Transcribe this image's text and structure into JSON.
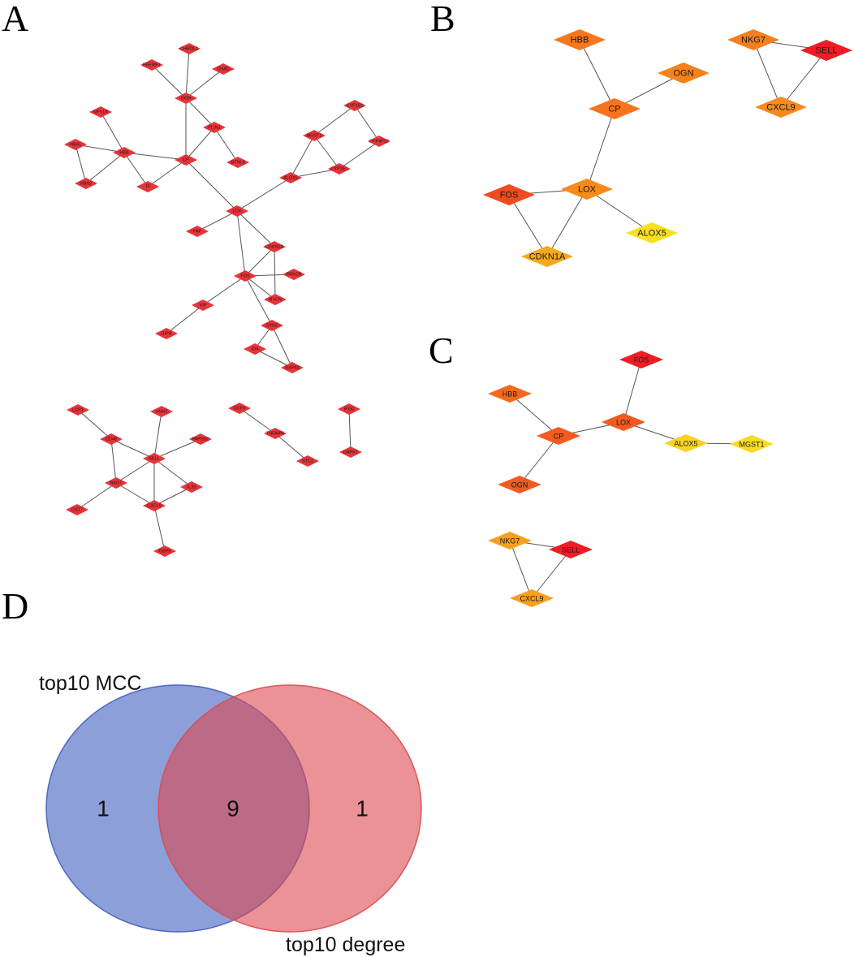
{
  "panels": [
    {
      "id": "A",
      "label": "A",
      "fill": "#e8333a",
      "nodes": [
        {
          "name": "CHRDL1"
        },
        {
          "name": "EFEMP1"
        },
        {
          "name": "CHAD"
        },
        {
          "name": "OGN"
        },
        {
          "name": "NPY1R"
        },
        {
          "name": "PLIN1"
        },
        {
          "name": "CYP1B1"
        },
        {
          "name": "MGST1"
        },
        {
          "name": "HBA1"
        },
        {
          "name": "HBB"
        },
        {
          "name": "CP"
        },
        {
          "name": "BTNL9"
        },
        {
          "name": "CYP4F12"
        },
        {
          "name": "CYP2E1"
        },
        {
          "name": "ALOX5"
        },
        {
          "name": "HBA2"
        },
        {
          "name": "TF"
        },
        {
          "name": "LOX"
        },
        {
          "name": "FAP"
        },
        {
          "name": "CDKN1A"
        },
        {
          "name": "FOS"
        },
        {
          "name": "PRKCB"
        },
        {
          "name": "VIP"
        },
        {
          "name": "MYCN"
        },
        {
          "name": "GIPR"
        },
        {
          "name": "SYN2"
        },
        {
          "name": "ID4"
        },
        {
          "name": "GAP43"
        },
        {
          "name": "LCP1"
        },
        {
          "name": "VNN2"
        },
        {
          "name": "CD48"
        },
        {
          "name": "PAPSS2"
        },
        {
          "name": "SELL"
        },
        {
          "name": "NKG7"
        },
        {
          "name": "IL33"
        },
        {
          "name": "CST7"
        },
        {
          "name": "CXCL9"
        },
        {
          "name": "GBP5"
        },
        {
          "name": "GDF6"
        },
        {
          "name": "TNFAIP6"
        },
        {
          "name": "STC1"
        },
        {
          "name": "IFI30"
        },
        {
          "name": "DAPK1"
        }
      ],
      "edges": [
        [
          "OGN",
          "CHRDL1"
        ],
        [
          "OGN",
          "EFEMP1"
        ],
        [
          "OGN",
          "CHAD"
        ],
        [
          "OGN",
          "PLIN1"
        ],
        [
          "OGN",
          "CP"
        ],
        [
          "PLIN1",
          "CP"
        ],
        [
          "PLIN1",
          "BTNL9"
        ],
        [
          "NPY1R",
          "HBB"
        ],
        [
          "HBA1",
          "HBB"
        ],
        [
          "HBA1",
          "HBA2"
        ],
        [
          "HBB",
          "HBA2"
        ],
        [
          "HBB",
          "TF"
        ],
        [
          "HBB",
          "CP"
        ],
        [
          "CP",
          "TF"
        ],
        [
          "CP",
          "LOX"
        ],
        [
          "CYP1B1",
          "MGST1"
        ],
        [
          "CYP1B1",
          "CYP4F12"
        ],
        [
          "CYP4F12",
          "CYP2E1"
        ],
        [
          "MGST1",
          "CYP2E1"
        ],
        [
          "MGST1",
          "ALOX5"
        ],
        [
          "CYP2E1",
          "ALOX5"
        ],
        [
          "ALOX5",
          "LOX"
        ],
        [
          "LOX",
          "FAP"
        ],
        [
          "LOX",
          "CDKN1A"
        ],
        [
          "LOX",
          "FOS"
        ],
        [
          "CDKN1A",
          "FOS"
        ],
        [
          "CDKN1A",
          "MYCN"
        ],
        [
          "FOS",
          "PRKCB"
        ],
        [
          "FOS",
          "VIP"
        ],
        [
          "FOS",
          "MYCN"
        ],
        [
          "FOS",
          "SYN2"
        ],
        [
          "VIP",
          "GIPR"
        ],
        [
          "SYN2",
          "ID4"
        ],
        [
          "SYN2",
          "GAP43"
        ],
        [
          "ID4",
          "GAP43"
        ],
        [
          "LCP1",
          "CD48"
        ],
        [
          "VNN2",
          "SELL"
        ],
        [
          "CD48",
          "SELL"
        ],
        [
          "CD48",
          "NKG7"
        ],
        [
          "PAPSS2",
          "SELL"
        ],
        [
          "SELL",
          "NKG7"
        ],
        [
          "SELL",
          "IL33"
        ],
        [
          "SELL",
          "CXCL9"
        ],
        [
          "NKG7",
          "CXCL9"
        ],
        [
          "NKG7",
          "CST7"
        ],
        [
          "CXCL9",
          "IL33"
        ],
        [
          "CXCL9",
          "GBP5"
        ],
        [
          "GDF6",
          "TNFAIP6"
        ],
        [
          "TNFAIP6",
          "STC1"
        ],
        [
          "IFI30",
          "DAPK1"
        ]
      ]
    },
    {
      "id": "B",
      "label": "B",
      "nodes": [
        {
          "name": "HBB",
          "color": "#f7771e"
        },
        {
          "name": "OGN",
          "color": "#f7821b"
        },
        {
          "name": "CP",
          "color": "#f7731c"
        },
        {
          "name": "LOX",
          "color": "#f68a1a"
        },
        {
          "name": "FOS",
          "color": "#ee4b1f"
        },
        {
          "name": "CDKN1A",
          "color": "#f7a81c"
        },
        {
          "name": "ALOX5",
          "color": "#f8e020"
        },
        {
          "name": "NKG7",
          "color": "#f57f1e"
        },
        {
          "name": "SELL",
          "color": "#ee1c24"
        },
        {
          "name": "CXCL9",
          "color": "#f68a1f"
        }
      ],
      "edges": [
        [
          "HBB",
          "CP"
        ],
        [
          "OGN",
          "CP"
        ],
        [
          "CP",
          "LOX"
        ],
        [
          "FOS",
          "LOX"
        ],
        [
          "FOS",
          "CDKN1A"
        ],
        [
          "LOX",
          "CDKN1A"
        ],
        [
          "LOX",
          "ALOX5"
        ],
        [
          "NKG7",
          "SELL"
        ],
        [
          "NKG7",
          "CXCL9"
        ],
        [
          "SELL",
          "CXCL9"
        ]
      ]
    },
    {
      "id": "C",
      "label": "C",
      "nodes": [
        {
          "name": "FOS",
          "color": "#ee1c24"
        },
        {
          "name": "HBB",
          "color": "#f4691e"
        },
        {
          "name": "LOX",
          "color": "#f35a1f"
        },
        {
          "name": "CP",
          "color": "#f35b1f"
        },
        {
          "name": "ALOX5",
          "color": "#f8d323"
        },
        {
          "name": "MGST1",
          "color": "#f8dc22"
        },
        {
          "name": "OGN",
          "color": "#f15a22"
        },
        {
          "name": "NKG7",
          "color": "#f7a01d"
        },
        {
          "name": "SELL",
          "color": "#ee1c24"
        },
        {
          "name": "CXCL9",
          "color": "#f7a01d"
        }
      ],
      "edges": [
        [
          "HBB",
          "CP"
        ],
        [
          "CP",
          "LOX"
        ],
        [
          "CP",
          "OGN"
        ],
        [
          "LOX",
          "FOS"
        ],
        [
          "LOX",
          "ALOX5"
        ],
        [
          "ALOX5",
          "MGST1"
        ],
        [
          "NKG7",
          "SELL"
        ],
        [
          "NKG7",
          "CXCL9"
        ],
        [
          "SELL",
          "CXCL9"
        ]
      ]
    }
  ],
  "venn": {
    "label": "D",
    "left_set": {
      "name": "top10 MCC",
      "only_count": "1",
      "color": "#3f5fbf"
    },
    "right_set": {
      "name": "top10 degree",
      "only_count": "1",
      "color": "#dc4a50"
    },
    "intersection": "9"
  }
}
